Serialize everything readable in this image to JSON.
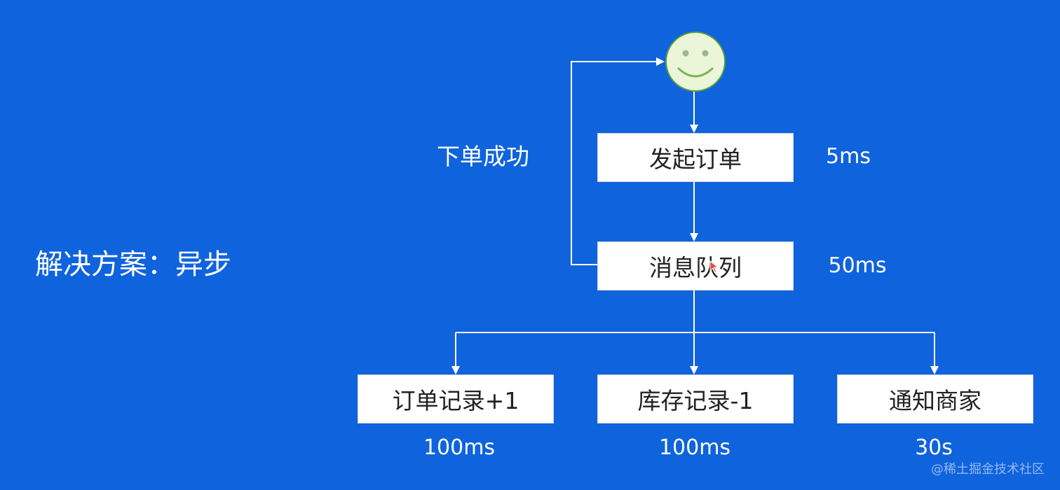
{
  "title": "解决方案：异步",
  "nodes": {
    "order": {
      "label": "发起订单",
      "time": "5ms"
    },
    "queue": {
      "label": "消息队列",
      "time": "50ms"
    },
    "order_record": {
      "label": "订单记录+1",
      "time": "100ms"
    },
    "stock_record": {
      "label": "库存记录-1",
      "time": "100ms"
    },
    "notify": {
      "label": "通知商家",
      "time": "30s"
    }
  },
  "edge_label": "下单成功",
  "watermark": "@稀土掘金技术社区",
  "icons": {
    "user": "smiley-face-icon",
    "pointer": "cursor-pointer-icon"
  },
  "colors": {
    "background": "#0f63dd",
    "node_fill": "#ffffff",
    "face_fill": "#eaf6d7",
    "face_stroke": "#5a9c3f",
    "line": "#ffffff"
  }
}
